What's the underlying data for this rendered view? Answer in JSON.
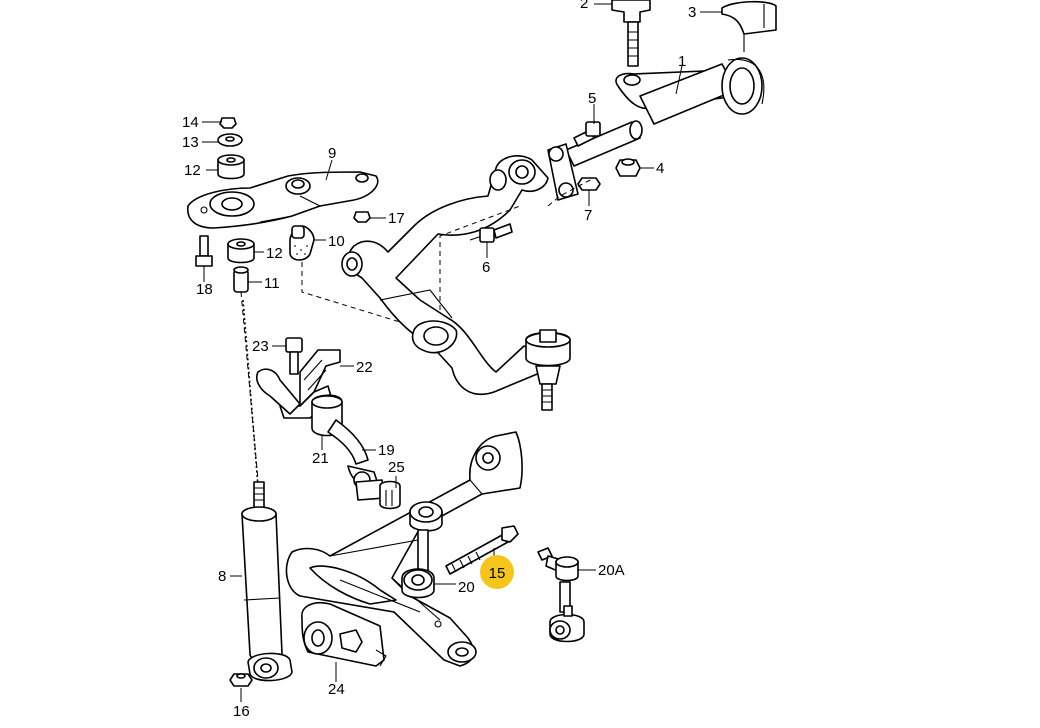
{
  "diagram": {
    "labels": {
      "l1": "1",
      "l2": "2",
      "l3": "3",
      "l4": "4",
      "l5": "5",
      "l6": "6",
      "l7": "7",
      "l8": "8",
      "l9": "9",
      "l10": "10",
      "l11": "11",
      "l12a": "12",
      "l12b": "12",
      "l13": "13",
      "l14": "14",
      "l15": "15",
      "l16": "16",
      "l17": "17",
      "l18": "18",
      "l19": "19",
      "l20": "20",
      "l20a": "20A",
      "l21": "21",
      "l22": "22",
      "l23": "23",
      "l24": "24",
      "l25": "25"
    },
    "highlight_color": "#f5c51c"
  }
}
